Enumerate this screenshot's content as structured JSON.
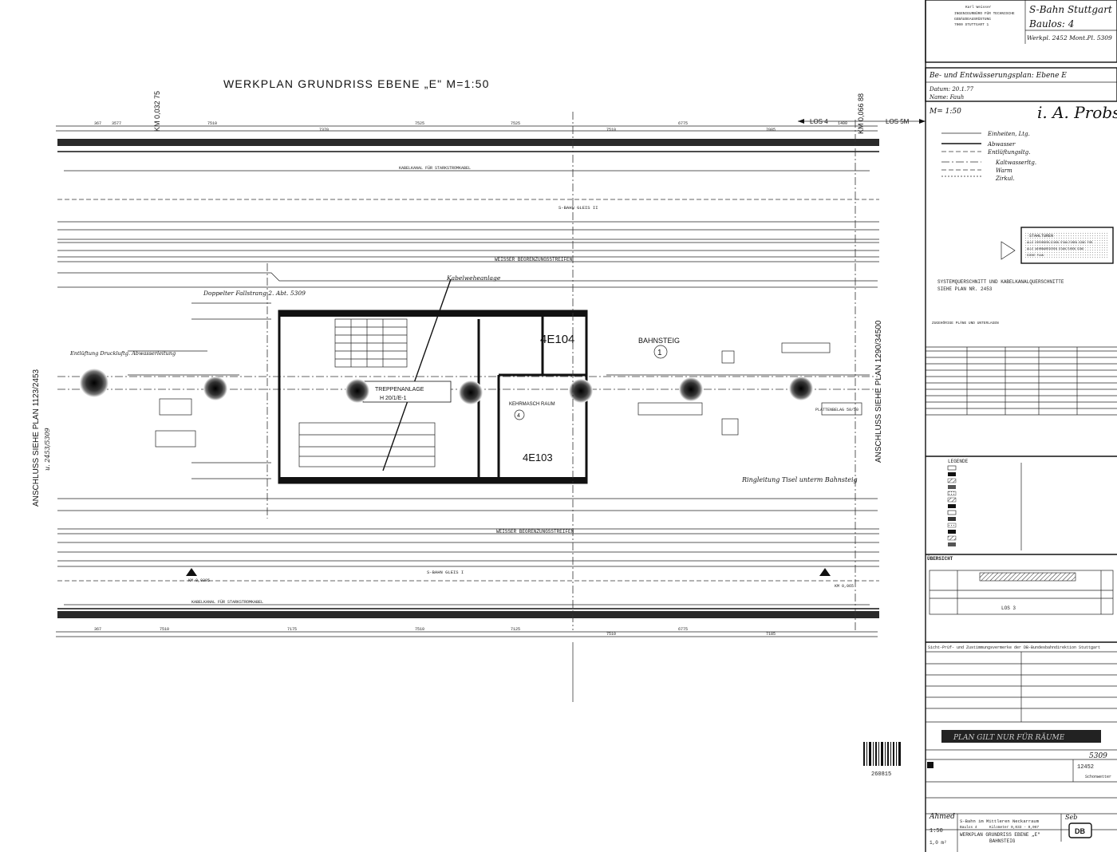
{
  "drawing": {
    "title": "WERKPLAN GRUNDRISS EBENE „E\" M=1:50",
    "km_left": "KM 0,032 75",
    "km_right": "KM 0,066 88",
    "los_left": "LOS 4",
    "los_right": "LOS 5M",
    "bahnsteig": "BAHNSTEIG",
    "bahnsteig_no": "1",
    "treppenanlage": "TREPPENANLAGE",
    "treppen_ref": "H 20/1/E-1",
    "kehrmasch": "KEHRMASCH RAUM",
    "kehr_no": "4",
    "room_4e104": "4E104",
    "room_4e103": "4E103",
    "gleis_top": "S-BAHN GLEIS II",
    "gleis_bottom": "S-BAHN GLEIS I",
    "weisser_top": "WEISSER BEGRENZUNGSSTREIFEN",
    "weisser_bottom": "WEISSER BEGRENZUNGSSTREIFEN",
    "kabelkanal_top": "KABELKANAL FÜR STARKSTROMKABEL",
    "kabelkanal_bottom": "KABELKANAL FÜR STARKSTROMKABEL",
    "anschluss_left": "ANSCHLUSS SIEHE PLAN 1123/2453",
    "anschluss_left_hand": "u. 2453/5309",
    "anschluss_right": "ANSCHLUSS SIEHE PLAN 1290/34500",
    "hand_top": "Doppelter Fallstrang 2. Abt. 5309",
    "hand_top2": "Kabelweheanlage",
    "hand_bottom": "Ringleitung Tisel unterm Bahnsteig",
    "hand_left": "Entlüftung Druckluftg. Abwasserleitung",
    "km_marker_left": "KM 0,0395",
    "km_marker_right": "KM 0,065",
    "barcode_no": "260815",
    "plattenbelag": "PLATTENBELAG 50/50"
  },
  "title_block": {
    "project_hand": "S-Bahn Stuttgart",
    "baulos_hand": "Baulos: 4",
    "werkpl_hand": "Werkpl. 2452  Mont.Pl. 5309",
    "plan_title_hand": "Be- und Entwässerungsplan: Ebene E",
    "datum_hand": "Datum: 20.1.77",
    "name_hand": "Name: Fauh",
    "scale_hand": "M= 1:50",
    "signature": "i. A. Probst",
    "legend_hand_1": "Einheiten, Ltg.",
    "legend_hand_2": "Abwasser",
    "legend_hand_3": "Entlüftungsltg.",
    "legend_hand_4": "Kaltwasserltg.",
    "legend_hand_5": "Warm",
    "legend_hand_6": "Zirkul.",
    "stempel_1": "STAHLTUREN",
    "stempel_2": "ALLE ERFORDERLICHEN STAHLTUREN SIND FÜR",
    "stempel_3": "ALLE WEHRBARRIEREN STAHLTUREN SIND",
    "stempel_4": "SIEHE PLAN",
    "system_note": "SYSTEMQUERSCHNITT UND KABELKANALQUERSCHNITTE",
    "system_note2": "SIEHE PLAN NR. 2453",
    "zugehoerige": "ZUGEHÖRIGE PLÄNE UND UNTERLAGEN",
    "legende": "LEGENDE",
    "uebersicht": "ÜBERSICHT",
    "los3": "LOS 3",
    "sicht_pruef": "Sicht-Prüf- und Zustimmungsvermerke der DB-Bundesbahndirektion Stuttgart",
    "stamp_hand": "PLAN GILT NUR FÜR RÄUME",
    "plan_no_hand": "5309",
    "plan_number": "12452",
    "schonwetter": "Schonwetter",
    "signature2": "Ahmed",
    "signature3": "Seb",
    "bottom_1": "S-Bahn im Mittleren Neckarraum",
    "bottom_2": "Baulos 4",
    "bottom_3": "Kilometer 0,033 - 0,067",
    "bottom_4": "WERKPLAN GRUNDRISS EBENE „E\"",
    "bottom_5": "BAHNSTEIG",
    "scale_bottom": "1:50",
    "db_logo": "DB",
    "area": "1,0 m²"
  },
  "colors": {
    "ink": "#111111",
    "paper": "#ffffff"
  }
}
